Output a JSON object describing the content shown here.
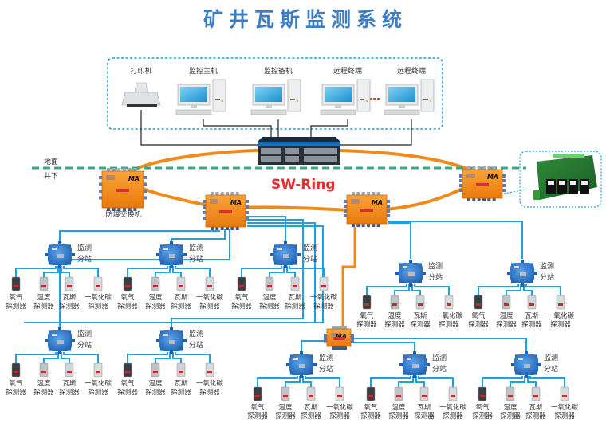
{
  "title": "矿井瓦斯监测系统",
  "colors": {
    "title": "#3b7cc4",
    "ring": "#f08a1c",
    "ground_line": "#3aa88a",
    "blue_cable": "#1aa3e0",
    "surface_box": "#1aa3e0",
    "ring_label": "#e63030",
    "switch_box": "#f08a1c",
    "substation": "#2e78c8"
  },
  "surface": {
    "devices": [
      {
        "label": "打印机",
        "icon": "printer-icon"
      },
      {
        "label": "监控主机",
        "icon": "computer-icon"
      },
      {
        "label": "监控备机",
        "icon": "computer-icon"
      },
      {
        "label": "远程终端",
        "icon": "computer-icon"
      },
      {
        "label": "远程终端",
        "icon": "computer-icon"
      }
    ],
    "core_switch": {
      "icon": "network-switch-icon"
    }
  },
  "levels": {
    "above": "地面",
    "below": "井下"
  },
  "ring": {
    "label": "SW-Ring",
    "switch_label": "防爆交换机",
    "switch_badge": "MA",
    "board_icon": "circuit-board-icon"
  },
  "substation": {
    "label_line1": "监测",
    "label_line2": "分站"
  },
  "sensors": [
    {
      "line1": "氧气",
      "line2": "探测器"
    },
    {
      "line1": "温度",
      "line2": "探测器"
    },
    {
      "line1": "瓦斯",
      "line2": "探测器"
    },
    {
      "line1": "一氧化碳",
      "line2": "探测器"
    }
  ]
}
